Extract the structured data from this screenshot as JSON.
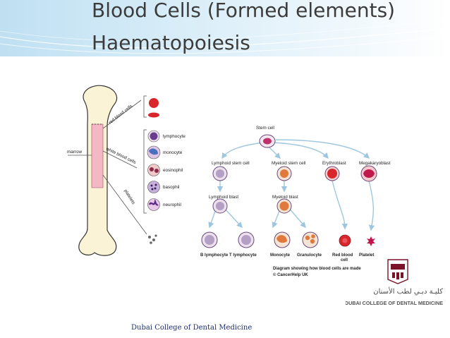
{
  "slide": {
    "title_line1": "Blood Cells (Formed elements)",
    "title_line2": "Haematopoiesis",
    "footer": "Dubai College of Dental Medicine"
  },
  "bone_figure": {
    "marrow_label": "marrow",
    "branch_labels": [
      "red blood cells",
      "white blood cells",
      "platelets"
    ],
    "wbc_types": [
      "lymphocyte",
      "monocyte",
      "eosinophil",
      "basophil",
      "neurophil"
    ]
  },
  "diagram": {
    "stem_cell": "Stem cell",
    "level2": [
      "Lymphoid stem cell",
      "Myeloid stem cell",
      "Erythroblast",
      "Megakaryoblast"
    ],
    "level3": [
      "Lymphoid blast",
      "Myeloid blast"
    ],
    "final": [
      "B lymphocyte",
      "T lymphocyte",
      "Monocyte",
      "Granulocyte",
      "Red blood",
      "cell",
      "Platelet"
    ],
    "caption": "Diagram showing how blood cells are made",
    "credit": "© CancerHelp UK"
  },
  "logo": {
    "arabic": "كليـة دبـي لطب الأسنان",
    "english": "DUBAI COLLEGE OF DENTAL MEDICINE"
  },
  "colors": {
    "title": "#3c3c3c",
    "band": "#bfe0f2",
    "footer": "#1d2f6f"
  }
}
